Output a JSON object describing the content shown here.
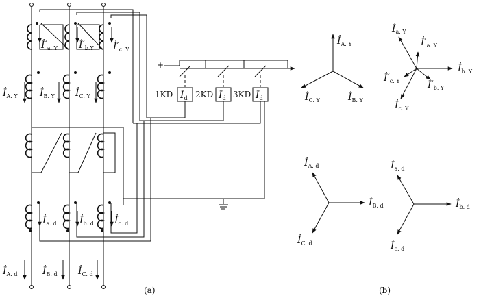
{
  "figure_a": {
    "caption": "(a)",
    "wye_cts": {
      "currents": [
        {
          "main": "İ",
          "sub": "A. Y"
        },
        {
          "main": "İ",
          "sub": "B. Y"
        },
        {
          "main": "İ",
          "sub": "C. Y"
        }
      ],
      "inner": [
        {
          "main": "İ′",
          "sub": "a. Y"
        },
        {
          "main": "İ′",
          "sub": "b.Y"
        },
        {
          "main": "İ′",
          "sub": "c. Y"
        }
      ]
    },
    "delta_cts": {
      "currents": [
        {
          "main": "İ",
          "sub": "a. d"
        },
        {
          "main": "İ",
          "sub": "b. d"
        },
        {
          "main": "İ",
          "sub": "c. d"
        }
      ],
      "line": [
        {
          "main": "İ",
          "sub": "A. d"
        },
        {
          "main": "İ",
          "sub": "B. d"
        },
        {
          "main": "İ",
          "sub": "C. d"
        }
      ]
    },
    "relays": [
      {
        "name": "1KD",
        "symbol": "I",
        "sub": "d"
      },
      {
        "name": "2KD",
        "symbol": "I",
        "sub": "d"
      },
      {
        "name": "3KD",
        "symbol": "I",
        "sub": "d"
      }
    ],
    "plus_sign": "+"
  },
  "figure_b": {
    "caption": "(b)",
    "phasor_groups": [
      {
        "id": "upper-left",
        "labels": [
          {
            "main": "İ",
            "sub": "A. Y"
          },
          {
            "main": "İ",
            "sub": "C. Y"
          },
          {
            "main": "İ",
            "sub": "B. Y"
          }
        ]
      },
      {
        "id": "upper-right",
        "labels": [
          {
            "main": "İ",
            "sub": "a. Y"
          },
          {
            "main": "İ′",
            "sub": "a. Y"
          },
          {
            "main": "İ",
            "sub": "b. Y"
          },
          {
            "main": "İ′",
            "sub": "c. Y"
          },
          {
            "main": "İ′",
            "sub": "b. Y"
          },
          {
            "main": "İ",
            "sub": "c. Y"
          }
        ]
      },
      {
        "id": "lower-left",
        "labels": [
          {
            "main": "İ",
            "sub": "A. d"
          },
          {
            "main": "İ",
            "sub": "B. d"
          },
          {
            "main": "İ",
            "sub": "C. d"
          }
        ]
      },
      {
        "id": "lower-right",
        "labels": [
          {
            "main": "İ",
            "sub": "a. d"
          },
          {
            "main": "İ",
            "sub": "b. d"
          },
          {
            "main": "İ",
            "sub": "c. d"
          }
        ]
      }
    ]
  }
}
